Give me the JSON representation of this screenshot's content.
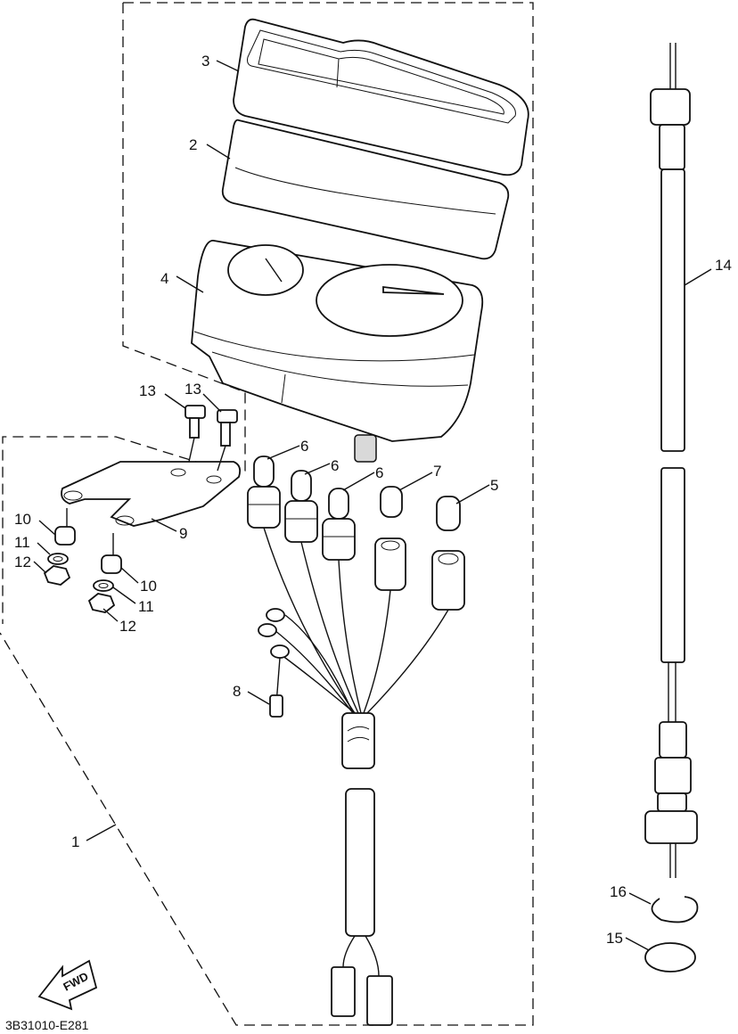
{
  "callouts": {
    "c1": "1",
    "c2": "2",
    "c3": "3",
    "c4": "4",
    "c5": "5",
    "c6a": "6",
    "c6b": "6",
    "c6c": "6",
    "c7": "7",
    "c8": "8",
    "c9": "9",
    "c10a": "10",
    "c10b": "10",
    "c11a": "11",
    "c11b": "11",
    "c12a": "12",
    "c12b": "12",
    "c13a": "13",
    "c13b": "13",
    "c14": "14",
    "c15": "15",
    "c16": "16"
  },
  "fwd_label": "FWD",
  "drawing_code": "3B31010-E281"
}
